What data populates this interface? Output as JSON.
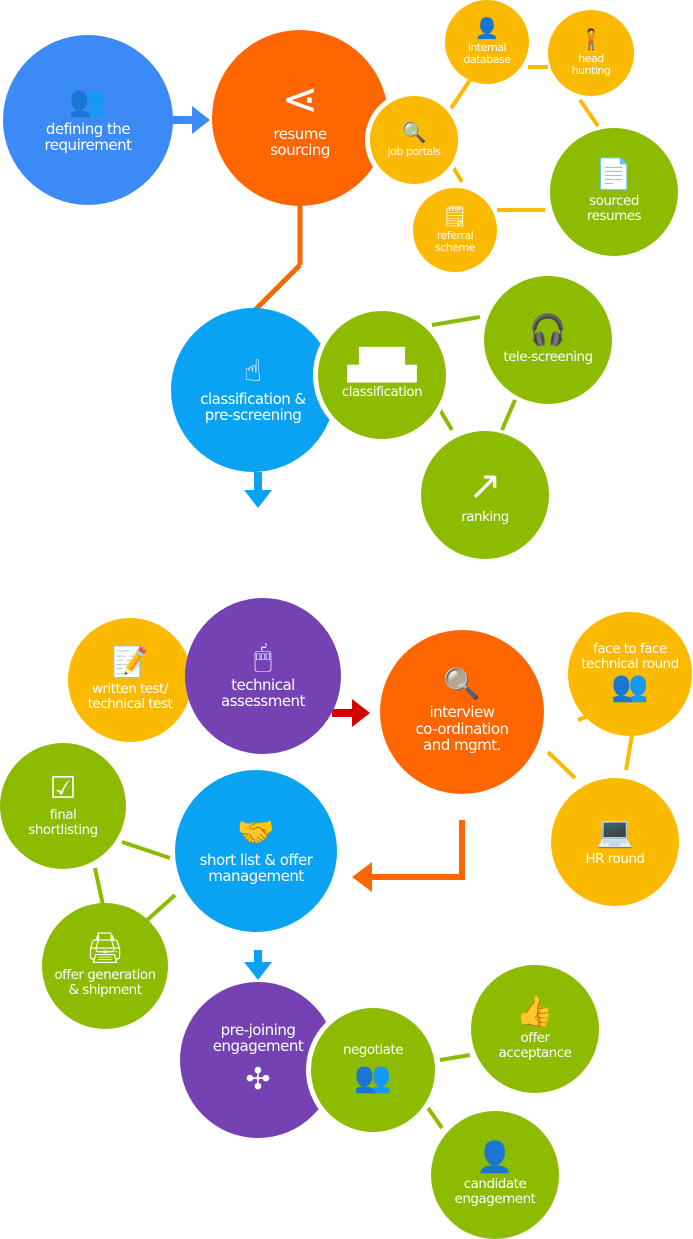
{
  "nodes": {
    "defining": {
      "label": "defining the\nrequirement",
      "icon": "team-icon"
    },
    "resume_sourcing": {
      "label": "resume\nsourcing",
      "icon": "share-icon"
    },
    "job_portals": {
      "label": "job portals",
      "icon": "search-briefcase-icon"
    },
    "internal_database": {
      "label": "internal\ndatabase",
      "icon": "reading-person-icon"
    },
    "head_hunting": {
      "label": "head\nhunting",
      "icon": "presenter-icon"
    },
    "sourced_resumes": {
      "label": "sourced\nresumes",
      "icon": "documents-icon"
    },
    "referral_scheme": {
      "label": "referral\nscheme",
      "icon": "notepad-icon"
    },
    "classification_prescreening": {
      "label": "classification &\npre-screening",
      "icon": "touch-icon"
    },
    "classification": {
      "label": "classification",
      "icon": "podium-icon"
    },
    "tele_screening": {
      "label": "tele-screening",
      "icon": "headset-icon"
    },
    "ranking": {
      "label": "ranking",
      "icon": "trend-up-icon"
    },
    "technical_assessment": {
      "label": "technical\nassessment",
      "icon": "mouse-document-icon"
    },
    "written_test": {
      "label": "written test/\ntechnical test",
      "icon": "test-paper-icon"
    },
    "interview": {
      "label": "interview\nco-ordination\nand mgmt.",
      "icon": "magnifier-people-icon"
    },
    "face_to_face": {
      "label": "face to face\ntechnical round",
      "icon": "meeting-icon"
    },
    "hr_round": {
      "label": "HR round",
      "icon": "desk-person-icon"
    },
    "short_list": {
      "label": "short list & offer\nmanagement",
      "icon": "handshake-icon"
    },
    "final_shortlisting": {
      "label": "final\nshortlisting",
      "icon": "checked-document-icon"
    },
    "offer_generation": {
      "label": "offer generation\n& shipment",
      "icon": "printer-icon"
    },
    "pre_joining": {
      "label": "pre-joining\nengagement",
      "icon": "arrows-in-icon"
    },
    "negotiate": {
      "label": "negotiate",
      "icon": "negotiation-table-icon"
    },
    "offer_acceptance": {
      "label": "offer\nacceptance",
      "icon": "thumbs-up-icon"
    },
    "candidate_engagement": {
      "label": "candidate\nengagement",
      "icon": "network-person-icon"
    }
  },
  "colors": {
    "blue": "#3b8af5",
    "orange": "#ff6600",
    "yellow": "#fbb900",
    "green": "#8cbb00",
    "sky": "#0aa2f2",
    "purple": "#7442b2",
    "red": "#d60000"
  }
}
